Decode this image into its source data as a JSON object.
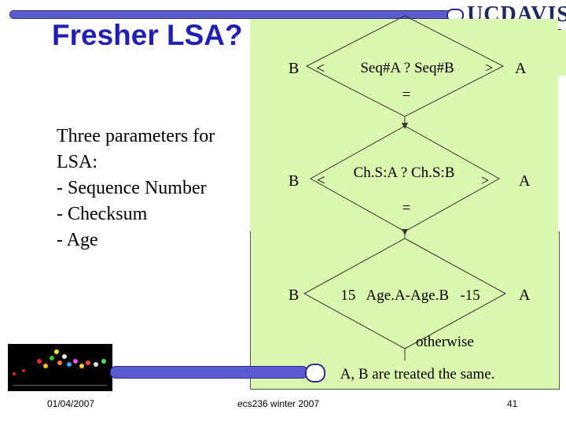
{
  "slide": {
    "title": "Fresher LSA?",
    "logo": "UCDAVIS",
    "body_lines": [
      "Three parameters for",
      "LSA:",
      "- Sequence Number",
      "- Checksum",
      "- Age"
    ],
    "footer": {
      "date": "01/04/2007",
      "course": "ecs236 winter 2007",
      "page": "41"
    }
  },
  "flowchart": {
    "decisions": [
      {
        "left_out": "B",
        "left_op": "<",
        "condition": "Seq#A ? Seq#B",
        "right_op": ">",
        "right_out": "A",
        "down_label": "="
      },
      {
        "left_out": "B",
        "left_op": "<",
        "condition": "Ch.S:A ? Ch.S:B",
        "right_op": ">",
        "right_out": "A",
        "down_label": "="
      },
      {
        "left_out": "B",
        "left_op": "",
        "condition": "15   Age.A-Age.B   -15",
        "right_op": "",
        "right_out": "A",
        "down_label": "otherwise"
      }
    ],
    "final": "A, B are treated the same."
  }
}
